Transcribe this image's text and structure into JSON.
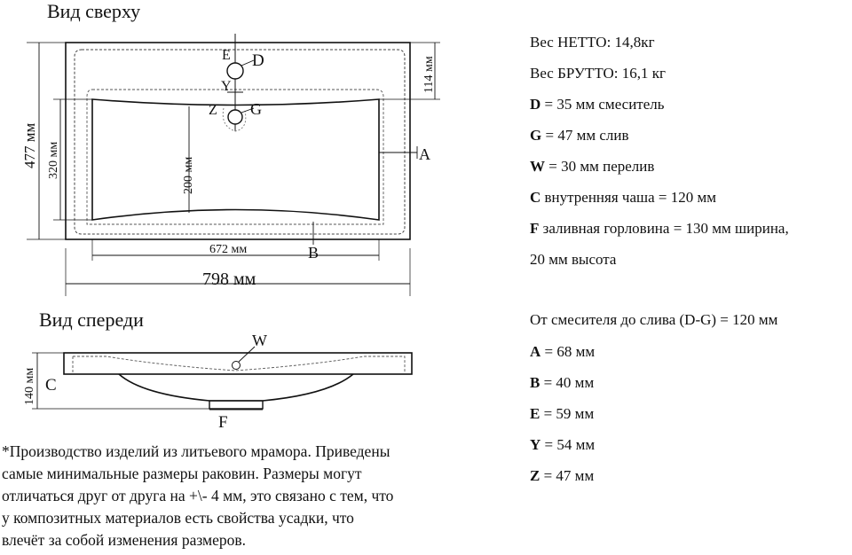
{
  "top_view": {
    "title": "Вид сверху",
    "labels": {
      "E": "E",
      "D": "D",
      "Y": "Y",
      "Z": "Z",
      "G": "G",
      "A": "A",
      "B": "B"
    },
    "dims": {
      "height_total": "477 мм",
      "height_bowl": "320 мм",
      "depth_back": "114 мм",
      "depth_bowl": "200 мм",
      "width_bowl": "672 мм",
      "width_total": "798 мм"
    }
  },
  "front_view": {
    "title": "Вид спереди",
    "labels": {
      "W": "W",
      "C": "C",
      "F": "F"
    },
    "dims": {
      "height": "140 мм"
    }
  },
  "specs_top": [
    {
      "key": "",
      "text": "Вес НЕТТО: 14,8кг"
    },
    {
      "key": "",
      "text": "Вес БРУТТО: 16,1 кг"
    },
    {
      "key": "D",
      "text": " = 35 мм смеситель"
    },
    {
      "key": "G",
      "text": " = 47 мм слив"
    },
    {
      "key": "W",
      "text": " = 30 мм перелив"
    },
    {
      "key": "C",
      "text": " внутренняя чаша = 120 мм"
    },
    {
      "key": "F",
      "text": " заливная горловина = 130 мм ширина,"
    },
    {
      "key": "",
      "text": "20 мм высота"
    }
  ],
  "specs_bottom": [
    {
      "key": "",
      "text": "От смесителя до слива (D-G) = 120 мм"
    },
    {
      "key": "A",
      "text": " = 68 мм"
    },
    {
      "key": "B",
      "text": " = 40 мм"
    },
    {
      "key": "E",
      "text": " = 59 мм"
    },
    {
      "key": "Y",
      "text": " = 54 мм"
    },
    {
      "key": "Z",
      "text": " = 47 мм"
    }
  ],
  "note": [
    "*Производство изделий из литьевого мрамора. Приведены",
    "самые минимальные размеры раковин. Размеры могут",
    "отличаться друг от друга на +\\- 4 мм, это связано с тем, что",
    "у композитных материалов есть свойства усадки, что",
    "влечёт за собой изменения размеров."
  ]
}
